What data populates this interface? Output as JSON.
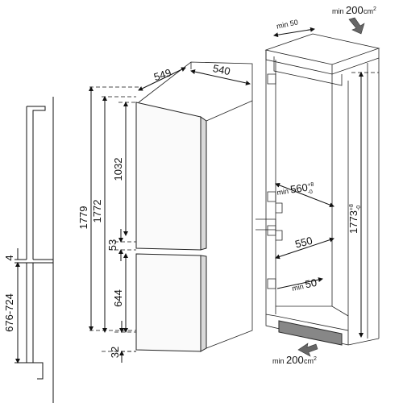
{
  "labels": {
    "depth_549": "549",
    "width_540": "540",
    "height_1779": "1779",
    "height_1772": "1772",
    "height_1032": "1032",
    "gap_53": "53",
    "height_644": "644",
    "bottom_32": "32",
    "side_4": "4",
    "side_range": "676-724",
    "niche_min_50_top": "min 50",
    "vent_top_min": "min 200",
    "vent_top_unit": "cm",
    "vent_top_exp": "2",
    "niche_width_min": "min 560",
    "niche_width_tol_top": "+8",
    "niche_width_tol_bottom": "-0",
    "niche_height": "1773",
    "niche_height_tol_top": "+8",
    "niche_height_tol_bottom": "-0",
    "depth_550": "550",
    "niche_min_50_bottom": "min 50",
    "vent_bottom_min": "min 200",
    "vent_bottom_unit": "cm",
    "vent_bottom_exp": "2"
  }
}
